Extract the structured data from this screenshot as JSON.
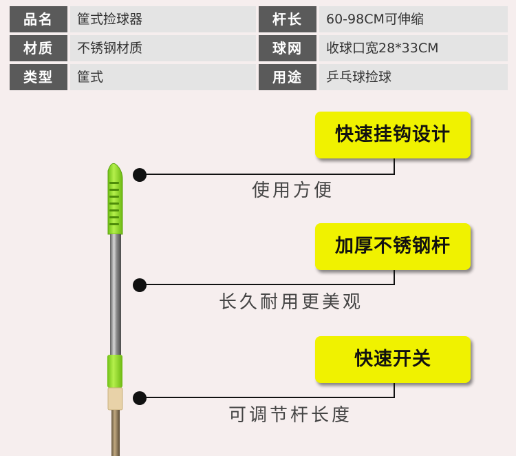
{
  "specs": [
    {
      "label1": "品名",
      "value1": "筐式捡球器",
      "label2": "杆长",
      "value2": "60-98CM可伸缩"
    },
    {
      "label1": "材质",
      "value1": "不锈钢材质",
      "label2": "球网",
      "value2": "收球口宽28*33CM"
    },
    {
      "label1": "类型",
      "value1": "筐式",
      "label2": "用途",
      "value2": "乒乓球捡球"
    }
  ],
  "features": [
    {
      "title": "快速挂钩设计",
      "subtitle": "使用方便"
    },
    {
      "title": "加厚不锈钢杆",
      "subtitle": "长久耐用更美观"
    },
    {
      "title": "快速开关",
      "subtitle": "可调节杆长度"
    }
  ],
  "colors": {
    "callout_bg": "#f0f200",
    "label_bg": "#5a5a5a",
    "value_bg": "#e4e4e4",
    "grip_green": "#8ddc28",
    "cap_beige": "#e8d2a8"
  }
}
